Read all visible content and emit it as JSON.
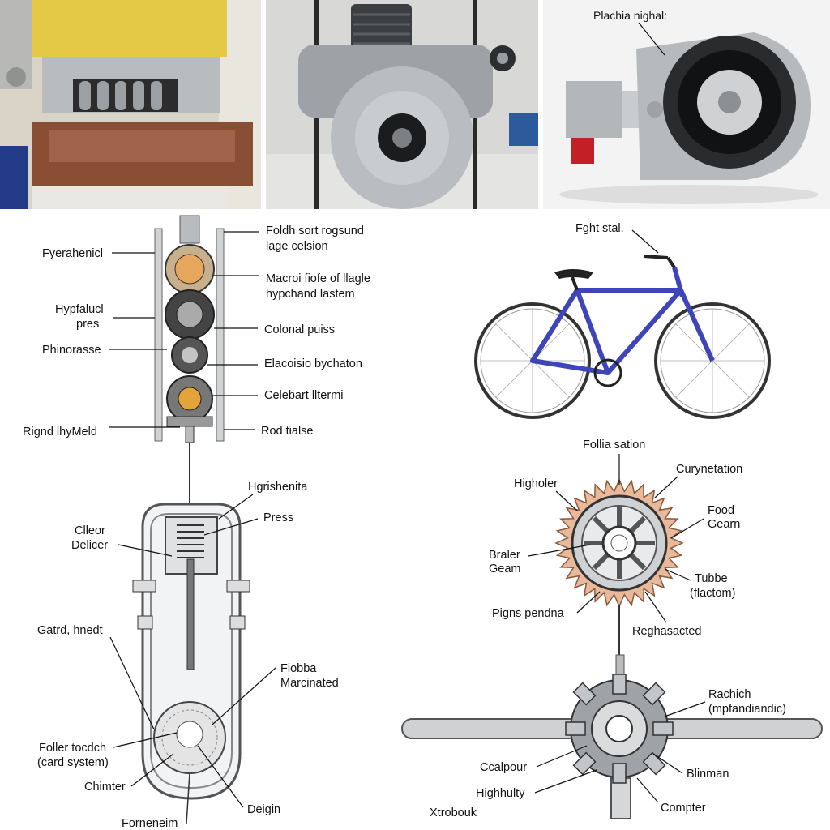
{
  "photos": {
    "press_photo": {},
    "engine_photo": {},
    "wheel_photo": {
      "label": "Plachia nighal:"
    }
  },
  "chain_diagram": {
    "left_labels": [
      "Fyerahenicl",
      "Hypfalucl",
      "pres",
      "Phinorasse",
      "Rignd lhyMeld"
    ],
    "right_labels": [
      "Foldh sort rogsund",
      "lage celsion",
      "Macroi fiofe of llagle",
      "hypchand lastem",
      "Colonal puiss",
      "Elacoisio bychaton",
      "Celebart lltermi",
      "Rod tialse"
    ]
  },
  "press_diagram": {
    "labels": [
      "Hgrishenita",
      "Press",
      "Clleor",
      "Delicer",
      "Gatrd, hnedt",
      "Fiobba",
      "Marcinated",
      "Foller tocdch",
      "(card system)",
      "Chimter",
      "Deigin",
      "Forneneim"
    ]
  },
  "bicycle": {
    "label": "Fght stal."
  },
  "gear_diagram": {
    "labels": [
      "Follia sation",
      "Curynetation",
      "Higholer",
      "Food",
      "Gearn",
      "Braler",
      "Geam",
      "Tubbe",
      "(flactom)",
      "Pigns pendna",
      "Reghasacted"
    ]
  },
  "hub_diagram": {
    "labels": [
      "Rachich",
      "(mpfandiandic)",
      "Ccalpour",
      "Blinman",
      "Highhulty",
      "Compter",
      "Xtrobouk"
    ]
  }
}
